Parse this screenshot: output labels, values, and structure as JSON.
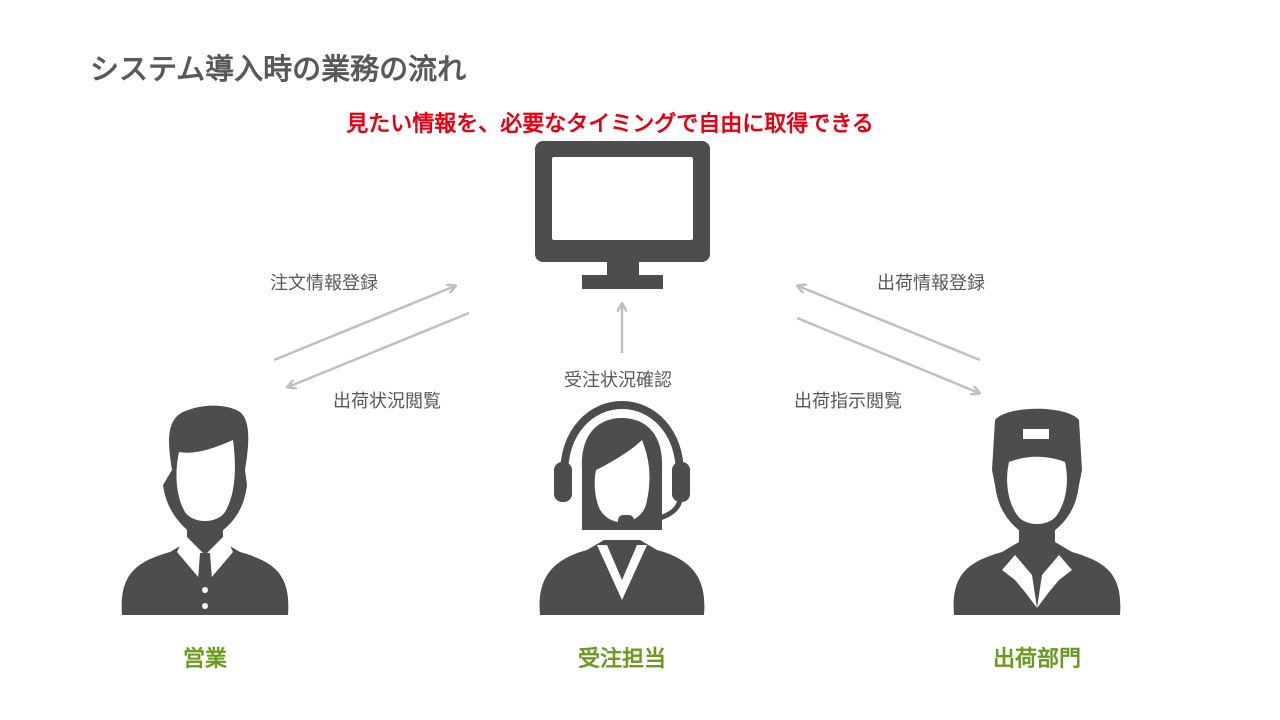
{
  "title": "システム導入時の業務の流れ",
  "headline": "見たい情報を、必要なタイミングで自由に取得できる",
  "flows": {
    "order_register": "注文情報登録",
    "shipping_status_view": "出荷状況閲覧",
    "order_status_check": "受注状況確認",
    "shipping_register": "出荷情報登録",
    "shipping_instruction_view": "出荷指示閲覧"
  },
  "roles": {
    "sales": "営業",
    "order_staff": "受注担当",
    "shipping_dept": "出荷部門"
  },
  "colors": {
    "icon": "#4d4d4d",
    "arrow": "#bfbfbf",
    "headline": "#e60012",
    "role": "#6b9a1e",
    "text": "#595959"
  }
}
